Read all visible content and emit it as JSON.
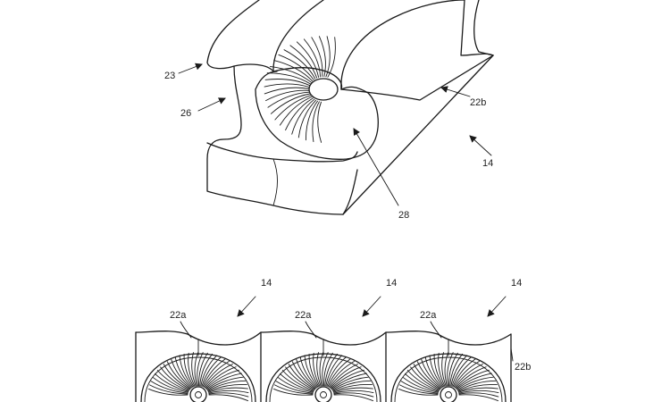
{
  "figure_a": {
    "labels": {
      "l23": "23",
      "l26": "26",
      "l28": "28",
      "l22b": "22b",
      "l14": "14"
    }
  },
  "figure_b": {
    "cells": [
      {
        "ref": "14",
        "face": "22a"
      },
      {
        "ref": "14",
        "face": "22a"
      },
      {
        "ref": "14",
        "face": "22a"
      }
    ],
    "side_label": "22b"
  },
  "colors": {
    "ink": "#1a1a1a",
    "paper": "#ffffff"
  }
}
